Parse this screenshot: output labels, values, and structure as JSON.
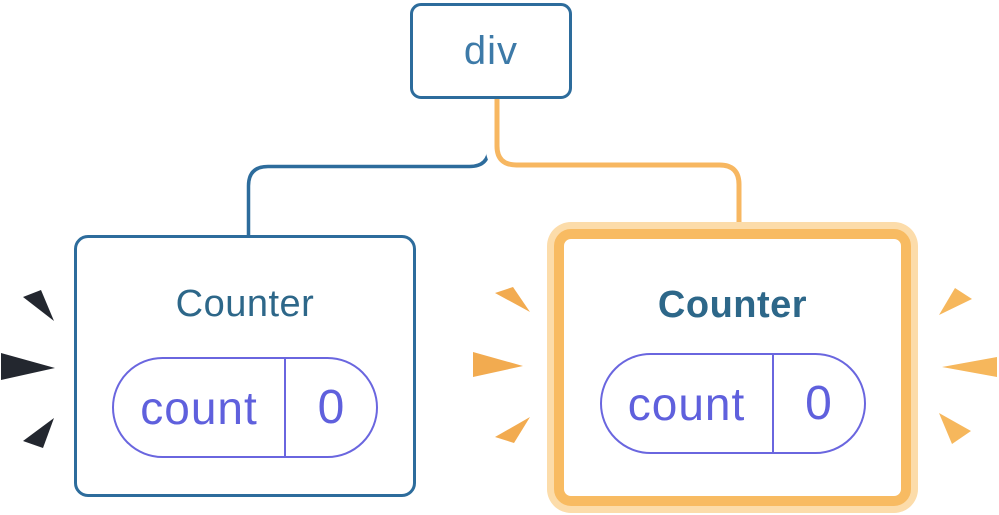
{
  "diagram": {
    "root_label": "div",
    "left_counter": {
      "title": "Counter",
      "state_key": "count",
      "state_value": "0"
    },
    "right_counter": {
      "title": "Counter",
      "state_key": "count",
      "state_value": "0"
    }
  },
  "colors": {
    "background": "#ffffff",
    "blue": "#2d6c9c",
    "blue_text": "#3d7aa8",
    "title": "#2d6789",
    "indigo": "#6a66df",
    "indigo_text": "#5f60dd",
    "casing": "#ffffff",
    "orange_stripe": "#f7b761",
    "orange_border": "#f8bb62",
    "orange_halo": "#fcdcaa",
    "spark_dark": "#23272f",
    "spark_orange": "#f2ab50",
    "spark_orange_right": "#f6b75c"
  }
}
